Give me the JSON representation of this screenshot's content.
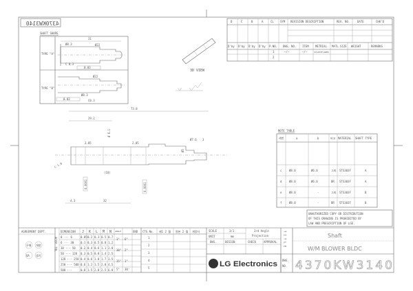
{
  "drawing_number_mirrored": "4370KW3140",
  "shaft_shape": {
    "title": "SHAFT SHAPE",
    "type_a": "TYPE \"A\"",
    "type_b": "TYPE \"B\"",
    "dims_a": [
      "31",
      "Ø8.3",
      "Ø22",
      "C 0.3",
      "0.03"
    ],
    "dims_b": [
      "Ø22",
      "Ø8.3",
      "C0.3",
      "0.03"
    ]
  },
  "view_3d_label": "3D VIEW",
  "revision_table": {
    "headers": [
      "D",
      "C",
      "B",
      "A",
      "CL",
      "SYM",
      "REVISION DESCRIPTION",
      "REV. NO.",
      "DATE",
      "CHK'D"
    ],
    "parts_headers": [
      "D'by",
      "D'by",
      "D'by",
      "D'by",
      "P.NO.",
      "DWG. NO.",
      "ITEM",
      "METRIAL",
      "MATL.SIZE",
      "WEIGHT",
      "REMARKS"
    ],
    "parts_rows": [
      {
        "pno": "1",
        "dwg": "—/—",
        "item": "—/—",
        "material": "STS303F/AWM3"
      },
      {
        "pno": "2",
        "dwg": "",
        "item": "",
        "material": ""
      }
    ]
  },
  "main_view": {
    "dims": [
      "73.8",
      "29.2",
      "Ø 6.1",
      "(18)",
      "4.3",
      "32",
      "Ø7.6",
      "3",
      "Ø5",
      "C 1.0",
      "2.85",
      "2.85",
      "0.0001",
      "0.0001"
    ]
  },
  "note_table": {
    "title": "NOTE TABLE",
    "headers": [
      "색번",
      "a",
      "b",
      "비고",
      "MATERIAL",
      "SHAFT TYPE"
    ],
    "rows": [
      {
        "id": "c",
        "a": "Ø8.0",
        "b": "Ø6.0",
        "note": "그외",
        "material": "STS303F",
        "type": "A"
      },
      {
        "id": "d",
        "a": "Ø8.0",
        "b": "Ø6.0",
        "note": "BR",
        "material": "STS303F",
        "type": "A"
      },
      {
        "id": "e",
        "a": "Ø8.0",
        "b": "-",
        "note": "그외",
        "material": "STS303F",
        "type": "B"
      },
      {
        "id": "f",
        "a": "Ø8.0",
        "b": "-",
        "note": "BR",
        "material": "STS303F",
        "type": "B"
      }
    ]
  },
  "notice": [
    "UNAUTHORIZED COPY OR DISTRIBUTION",
    "OF THIS DRAWING IS PROHIBITED BY",
    "LAW AND PRESCRIPTION OF LGE."
  ],
  "agreement": {
    "label": "AGREEMENT DEPT.",
    "stamps": [
      "구매",
      "개발",
      "QA",
      "생기"
    ]
  },
  "tolerance": {
    "side": "ACCP. TOL",
    "headers": [
      "DIMENSION",
      "J",
      "K",
      "L",
      "M",
      "N",
      "ANGLE",
      "END"
    ],
    "rows": [
      [
        "0 ··· 6",
        "0.05",
        "0.2",
        "0.3",
        "0.5",
        "0.7"
      ],
      [
        "6 ··· 30",
        "0.1",
        "0.3",
        "0.5",
        "0.8",
        "1.2"
      ],
      [
        "30 ··· 50",
        "0.2",
        "0.4",
        "0.6",
        "1.1",
        "2.0"
      ],
      [
        "50 ··· 120",
        "0.3",
        "0.5",
        "0.8",
        "1.4",
        "2.5"
      ],
      [
        "120 ··· 250",
        "0.4",
        "0.6",
        "1.0",
        "1.7",
        "3.5"
      ],
      [
        "250 ··· 500",
        "0.6",
        "1.2",
        "1.5",
        "2.0",
        "4.5"
      ],
      [
        "500 ···",
        "0.8",
        "1.5",
        "2.0",
        "2.5",
        "6.0"
      ]
    ],
    "angles": [
      [
        "1°",
        "6°"
      ],
      [
        "30°",
        "2°"
      ],
      [
        "15°",
        "1°"
      ],
      [
        "5°",
        "30'"
      ]
    ]
  },
  "ctg": {
    "headers": [
      "CTG No.",
      "제1 2 월",
      "원본 2 월",
      "개정자"
    ],
    "rows": [
      "1",
      "2",
      "3",
      "4",
      "5"
    ]
  },
  "scale_block": {
    "scale_label": "SCALE",
    "scale": "3/1",
    "unit_label": "UNIT",
    "unit": "mm",
    "projection": [
      "3rd Angle",
      "Projection"
    ],
    "dws": "DWS.",
    "design": "DESIGN",
    "check": "CHECK",
    "approval": "APPROVAL"
  },
  "title_label": "TITLE",
  "title": "Shaft",
  "subtitle": "W/M BLOWER BLDC",
  "company": "LG Electronics",
  "dwg_no_label": [
    "DWG.",
    "NO."
  ],
  "dwg_no": "4370KW3140"
}
